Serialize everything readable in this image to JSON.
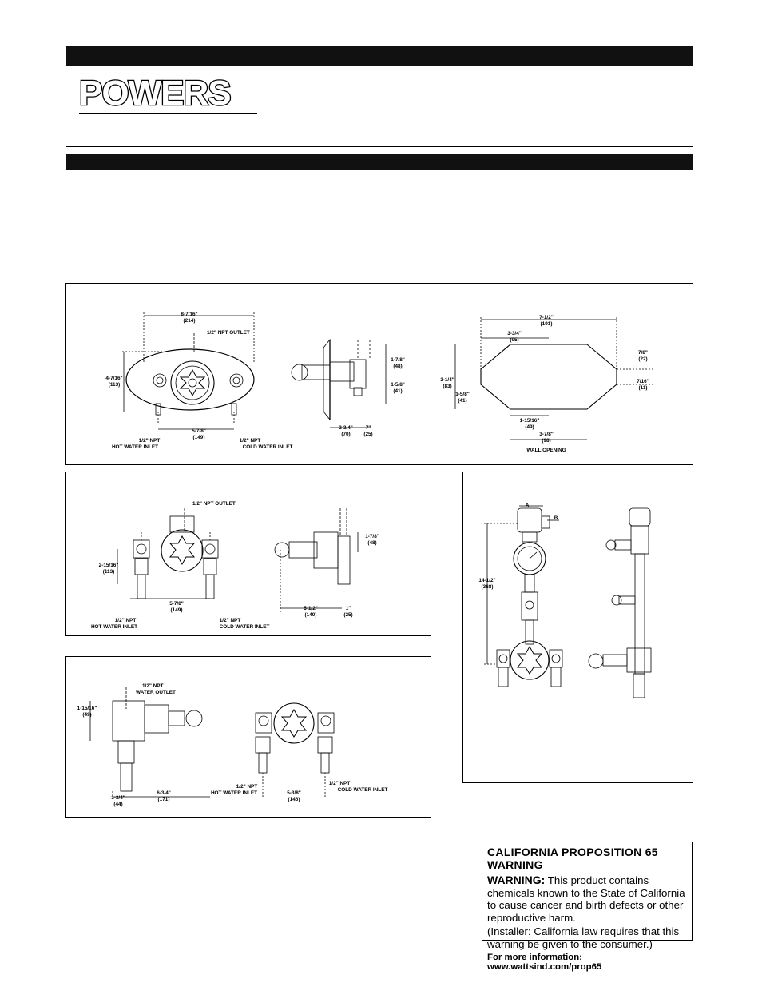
{
  "brand": {
    "logo": "POWERS"
  },
  "diagram1": {
    "dims": {
      "width_top": "8-7/16\"",
      "width_top_mm": "(214)",
      "outlet": "1/2\" NPT OUTLET",
      "height_left": "4-7/16\"",
      "height_left_mm": "(113)",
      "center": "5-7/8\"",
      "center_mm": "(149)",
      "hot_a": "1/2\" NPT",
      "hot_b": "HOT WATER INLET",
      "cold_a": "1/2\" NPT",
      "cold_b": "COLD WATER INLET",
      "side_up": "1-7/8\"",
      "side_up_mm": "(48)",
      "side_dn": "1-5/8\"",
      "side_dn_mm": "(41)",
      "depth": "2-3/4\"",
      "depth_mm": "(70)",
      "flange": "7\"",
      "flange_mm": "(25)",
      "wo_width": "7-1/2\"",
      "wo_width_mm": "(191)",
      "wo_inner": "3-3/4\"",
      "wo_inner_mm": "(95)",
      "wo_h": "3-1/4\"",
      "wo_h_mm": "(83)",
      "wo_half": "1-5/8\"",
      "wo_half_mm": "(41)",
      "wo_r1": "7/8\"",
      "wo_r1_mm": "(22)",
      "wo_r2": "7/16\"",
      "wo_r2_mm": "(11)",
      "wo_b1": "1-15/16\"",
      "wo_b1_mm": "(49)",
      "wo_b2": "3-7/8\"",
      "wo_b2_mm": "(98)",
      "wall_opening": "WALL OPENING"
    }
  },
  "diagram2": {
    "dims": {
      "outlet": "1/2\" NPT OUTLET",
      "height": "2-15/16\"",
      "height_mm": "(113)",
      "center": "5-7/8\"",
      "center_mm": "(149)",
      "hot_a": "1/2\" NPT",
      "hot_b": "HOT WATER INLET",
      "cold_a": "1/2\" NPT",
      "cold_b": "COLD WATER INLET",
      "side": "1-7/8\"",
      "side_mm": "(48)",
      "depth": "5-1/2\"",
      "depth_mm": "(140)",
      "small": "1\"",
      "small_mm": "(25)"
    }
  },
  "diagram3": {
    "dims": {
      "outlet_a": "1/2\" NPT",
      "outlet_b": "WATER OUTLET",
      "h": "1-15/16\"",
      "h_mm": "(49)",
      "a": "1-3/4\"",
      "a_mm": "(44)",
      "b": "6-3/4\"",
      "b_mm": "(171)",
      "hot_a": "1/2\" NPT",
      "hot_b": "HOT WATER INLET",
      "center": "5-3/8\"",
      "center_mm": "(146)",
      "cold_a": "1/2\" NPT",
      "cold_b": "COLD WATER INLET"
    }
  },
  "diagram4": {
    "dims": {
      "a": "A",
      "b": "B",
      "height": "14-1/2\"",
      "height_mm": "(368)"
    }
  },
  "warning": {
    "title": "CALIFORNIA PROPOSITION 65 WARNING",
    "label": "WARNING:",
    "body": "This product contains chemicals known to the State of California to cause cancer and birth defects or other reproductive harm.",
    "installer": "(Installer: California law requires that this warning be given to the consumer.)",
    "more": "For more information: www.wattsind.com/prop65"
  }
}
